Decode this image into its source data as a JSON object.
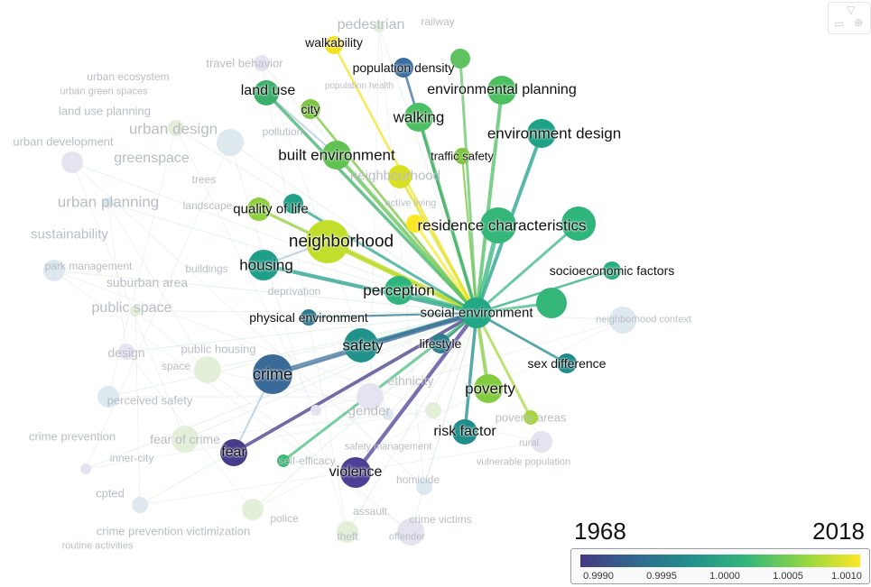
{
  "legend": {
    "year_start": "1968",
    "year_end": "2018",
    "ticks": [
      "0.9990",
      "0.9995",
      "1.0000",
      "1.0005",
      "1.0010"
    ],
    "gradient": [
      "#443a83",
      "#31688e",
      "#21918c",
      "#35b779",
      "#90d743",
      "#fde725"
    ]
  },
  "center_node": "social environment",
  "nodes": {
    "walkability": "walkability",
    "population_density": "population density",
    "environmental_planning": "environmental planning",
    "land_use": "land use",
    "city": "city",
    "walking": "walking",
    "environment_design": "environment design",
    "built_environment": "built environment",
    "traffic_safety": "traffic safety",
    "quality_of_life": "quality of life",
    "residence_characteristics": "residence characteristics",
    "neighborhood": "neighborhood",
    "socioeconomic_factors": "socioeconomic factors",
    "housing": "housing",
    "perception": "perception",
    "physical_environment": "physical environment",
    "social_environment": "social environment",
    "safety": "safety",
    "lifestyle": "lifestyle",
    "crime": "crime",
    "sex_difference": "sex difference",
    "poverty": "poverty",
    "risk_factor": "risk factor",
    "fear": "fear",
    "violence": "violence"
  },
  "background_terms": {
    "pedestrian": "pedestrian",
    "railway": "railway",
    "travel_behavior": "travel behavior",
    "urban_ecosystem": "urban ecosystem",
    "urban_green_spaces": "urban green spaces",
    "land_use_planning": "land use planning",
    "urban_development": "urban development",
    "urban_design": "urban design",
    "greenspace": "greenspace",
    "urban_planning": "urban planning",
    "sustainability": "sustainability",
    "park_management": "park management",
    "suburban_area": "suburban area",
    "public_space": "public space",
    "design": "design",
    "public_housing": "public housing",
    "space": "space",
    "perceived_safety": "perceived safety",
    "crime_prevention": "crime prevention",
    "inner_city": "inner-city",
    "cpted": "cpted",
    "crime_prevention_victimization": "crime prevention victimization",
    "routine_activities": "routine activities",
    "police": "police",
    "assault": "assault",
    "theft": "theft",
    "offender": "offender",
    "crime_victims": "crime victims",
    "homicide": "homicide",
    "rural": "rural",
    "vulnerable_population": "vulnerable population",
    "poverty_areas": "poverty areas",
    "neighborhood_context": "neighborhood context",
    "ethnicity": "ethnicity",
    "gender": "gender",
    "neighbourhood": "neighbourhood",
    "trees": "trees",
    "pollution": "pollution",
    "deprivation": "deprivation",
    "buildings": "buildings",
    "landscape": "landscape",
    "active_living": "active living",
    "population_health": "population health",
    "fear_of_crime": "fear of crime",
    "self_efficacy": "self-efficacy",
    "safety_management": "safety management"
  }
}
